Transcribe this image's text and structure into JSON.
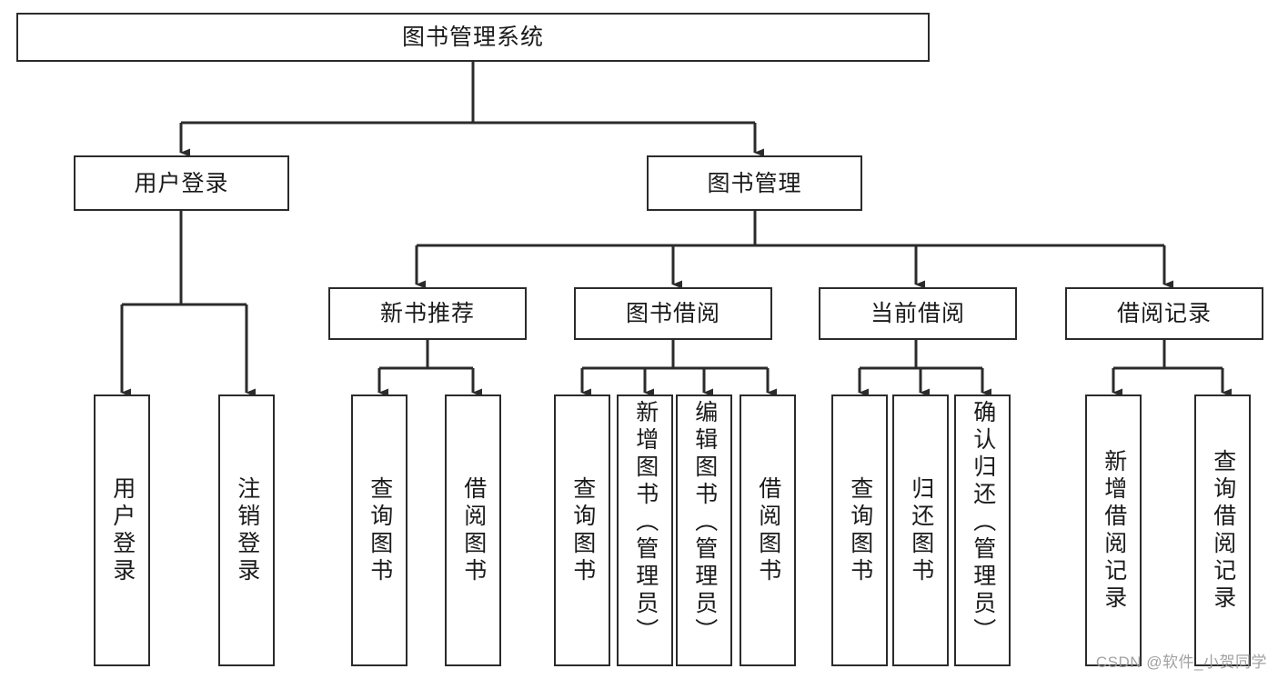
{
  "diagram": {
    "title": "图书管理系统",
    "type": "tree",
    "watermark": "CSDN @软件_小贺同学",
    "line_color": "#2b2b2b",
    "box_fill": "#ffffff",
    "text_color": "#1a1a1a",
    "watermark_color": "#9a9a9a"
  },
  "nodes": {
    "root": {
      "label": "图书管理系统"
    },
    "level2": [
      {
        "id": "user-login",
        "label": "用户登录"
      },
      {
        "id": "book-manage",
        "label": "图书管理"
      }
    ],
    "level3": [
      {
        "id": "new-book-recommend",
        "label": "新书推荐"
      },
      {
        "id": "book-borrow",
        "label": "图书借阅"
      },
      {
        "id": "current-borrow",
        "label": "当前借阅"
      },
      {
        "id": "borrow-record",
        "label": "借阅记录"
      }
    ],
    "leaves": [
      {
        "id": "leaf-user-login",
        "label": "用户登录",
        "align": "center"
      },
      {
        "id": "leaf-logout",
        "label": "注销登录",
        "align": "center"
      },
      {
        "id": "leaf-query-book-1",
        "label": "查询图书",
        "align": "center"
      },
      {
        "id": "leaf-borrow-book-1",
        "label": "借阅图书",
        "align": "center"
      },
      {
        "id": "leaf-query-book-2",
        "label": "查询图书",
        "align": "center"
      },
      {
        "id": "leaf-add-book",
        "label": "新增图书（管理员）",
        "align": "top"
      },
      {
        "id": "leaf-edit-book",
        "label": "编辑图书（管理员）",
        "align": "top"
      },
      {
        "id": "leaf-borrow-book-2",
        "label": "借阅图书",
        "align": "center"
      },
      {
        "id": "leaf-query-book-3",
        "label": "查询图书",
        "align": "center"
      },
      {
        "id": "leaf-return-book",
        "label": "归还图书",
        "align": "center"
      },
      {
        "id": "leaf-confirm-return",
        "label": "确认归还（管理员）",
        "align": "top"
      },
      {
        "id": "leaf-add-record",
        "label": "新增借阅记录",
        "align": "center"
      },
      {
        "id": "leaf-query-record",
        "label": "查询借阅记录",
        "align": "center"
      }
    ]
  }
}
